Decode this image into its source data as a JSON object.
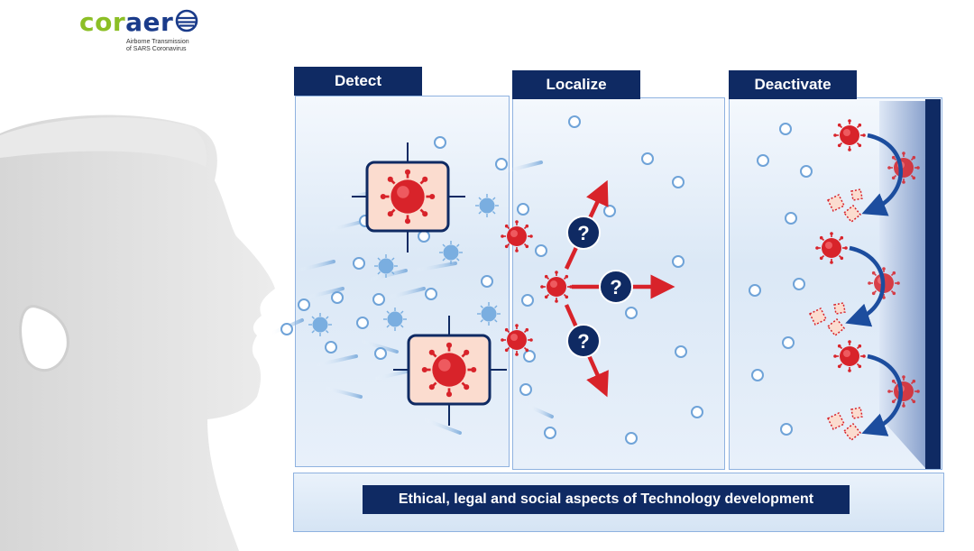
{
  "logo": {
    "word_green": "cor",
    "word_blue": "aer",
    "tagline_1": "Airborne Transmission",
    "tagline_2": "of SARS Coronavirus"
  },
  "stages": [
    {
      "label": "Detect"
    },
    {
      "label": "Localize"
    },
    {
      "label": "Deactivate"
    }
  ],
  "bottom_label": "Ethical, legal and social aspects of Technology development",
  "question_mark": "?",
  "colors": {
    "navy": "#0f2a63",
    "virus_red": "#d8232a",
    "droplet_blue": "#6fa3d8",
    "logo_green": "#8cbf26",
    "logo_blue": "#1a3b8a"
  }
}
